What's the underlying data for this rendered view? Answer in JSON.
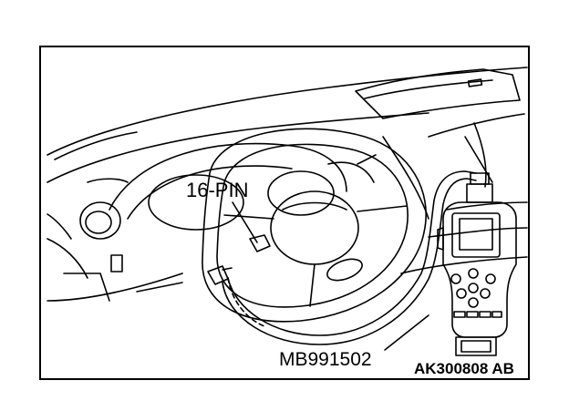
{
  "labels": {
    "connector": "16-PIN",
    "tool": "MB991502",
    "figure_code": "AK300808 AB"
  },
  "colors": {
    "ink": "#000000",
    "paper": "#ffffff"
  }
}
